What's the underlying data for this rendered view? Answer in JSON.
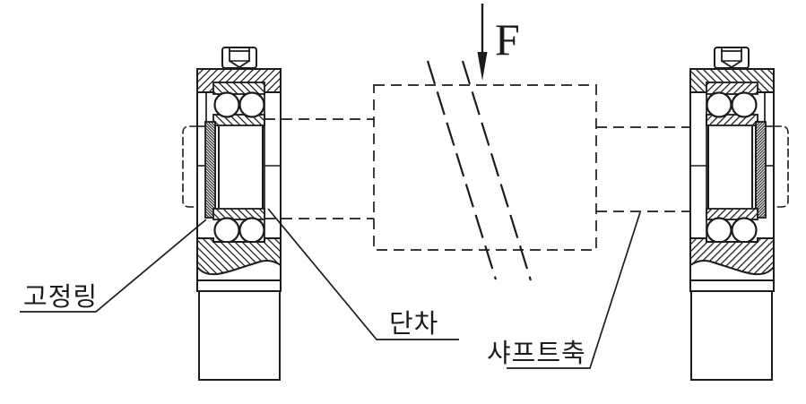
{
  "diagram": {
    "force_label": "F",
    "labels": {
      "fixing_ring": "고정링",
      "step": "단차",
      "shaft_axis": "샤프트축"
    },
    "colors": {
      "ink": "#1c1c1c",
      "background": "#ffffff"
    }
  }
}
